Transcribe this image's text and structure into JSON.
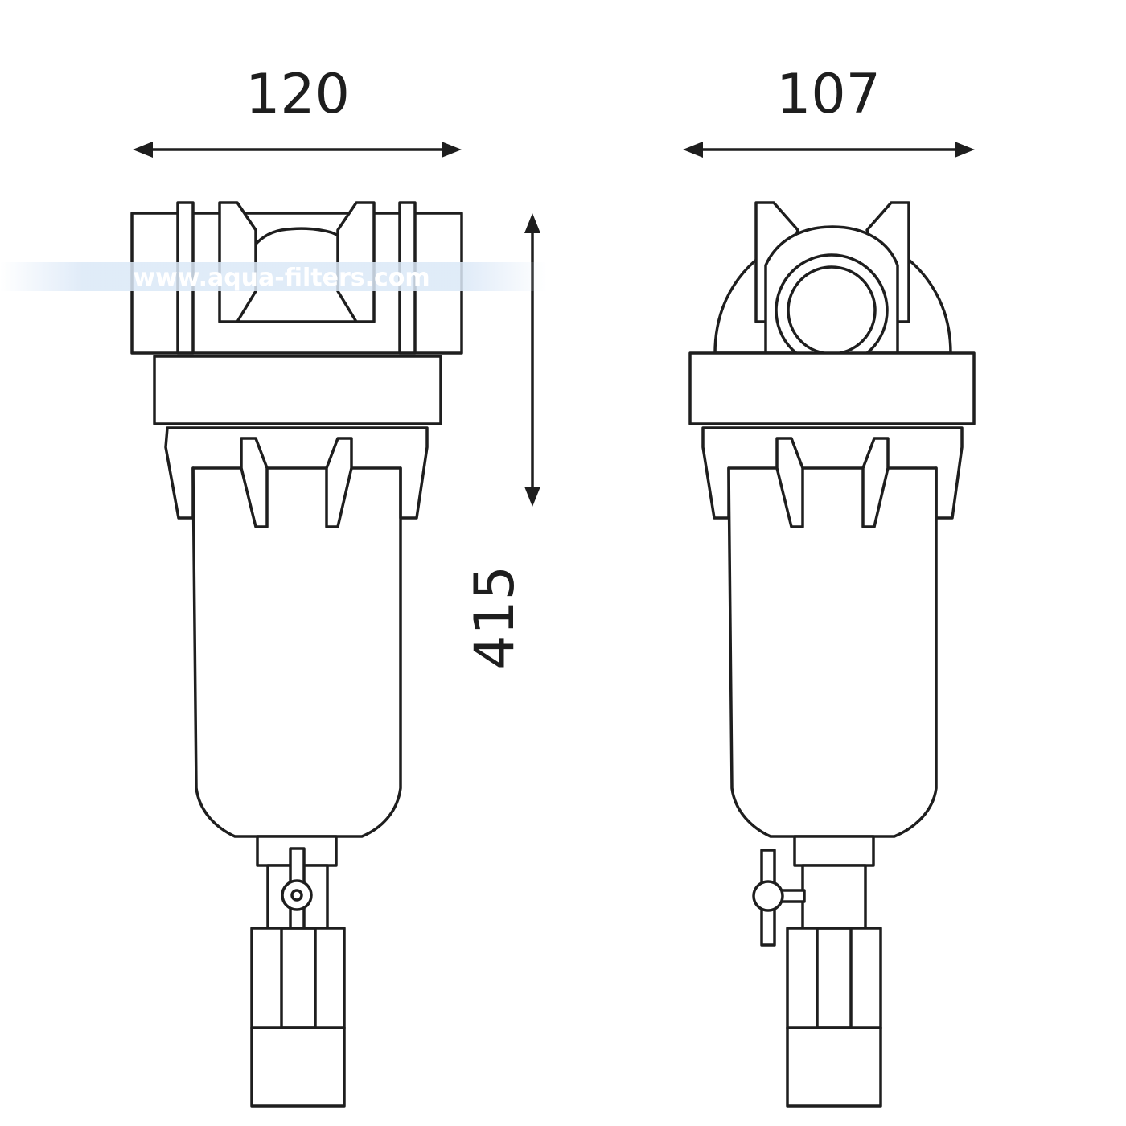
{
  "dimensions": {
    "width_front": "120",
    "width_side": "107",
    "height": "415"
  },
  "watermark": "www.aqua-filters.com",
  "colors": {
    "line": "#1e1e1e",
    "background": "#ffffff",
    "watermark_band": "#dbe8f7"
  }
}
